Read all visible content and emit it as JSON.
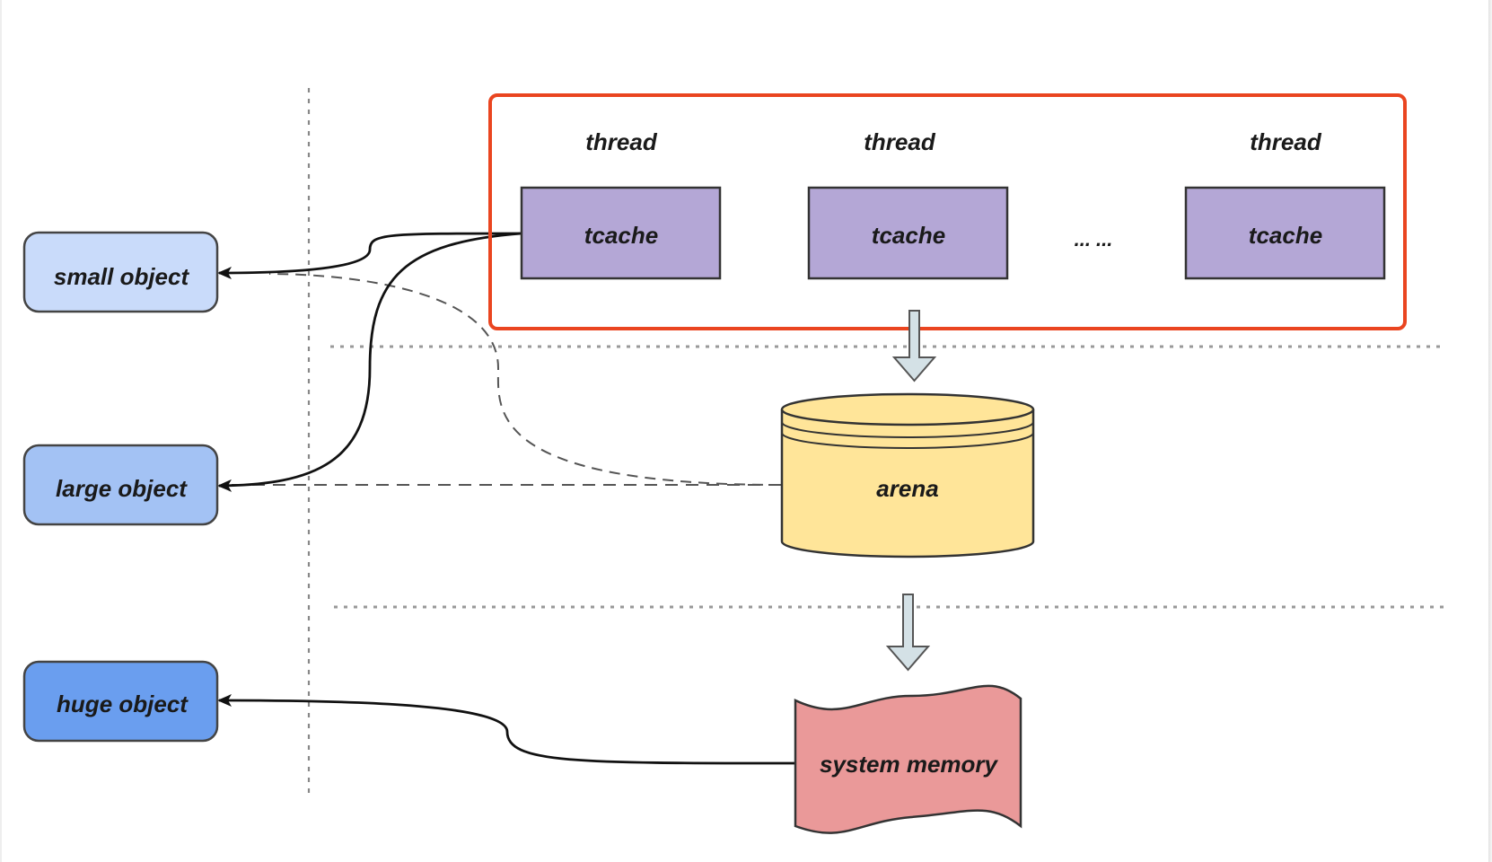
{
  "objects": {
    "small": "small object",
    "large": "large object",
    "huge": "huge object"
  },
  "threads": [
    {
      "thread_label": "thread",
      "cache_label": "tcache"
    },
    {
      "thread_label": "thread",
      "cache_label": "tcache"
    },
    {
      "thread_label": "thread",
      "cache_label": "tcache"
    }
  ],
  "ellipsis": "... ...",
  "arena_label": "arena",
  "system_memory_label": "system memory",
  "colors": {
    "small_object": "#c9dbfa",
    "large_object": "#a3c2f4",
    "huge_object": "#6a9eef",
    "tcache": "#b4a7d6",
    "arena": "#ffe599",
    "system_memory": "#ea9999",
    "highlight_border": "#ea4520"
  }
}
